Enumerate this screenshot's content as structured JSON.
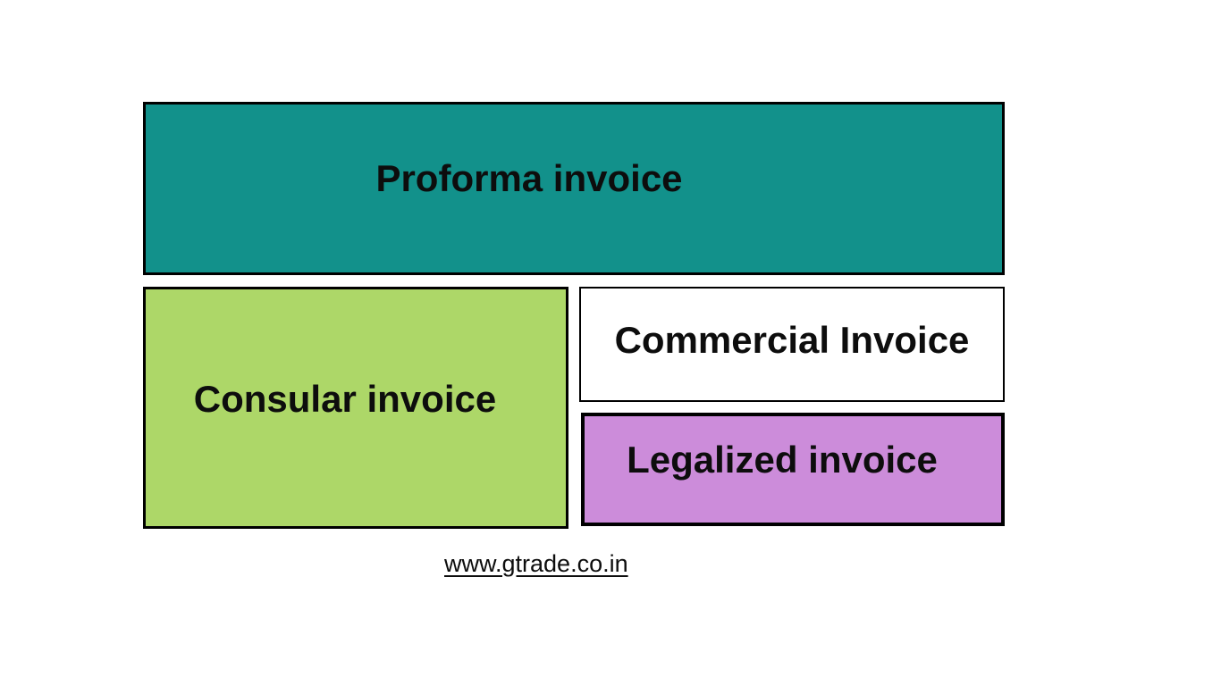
{
  "page": {
    "background_color": "#ffffff",
    "text_color": "#0d0d0d",
    "border_color": "#000000"
  },
  "diagram": {
    "boxes": [
      {
        "id": "proforma",
        "label": "Proforma invoice",
        "bg": "#12918B"
      },
      {
        "id": "consular",
        "label": "Consular invoice",
        "bg": "#ADD768"
      },
      {
        "id": "commercial",
        "label": "Commercial Invoice",
        "bg": "#FFFFFF"
      },
      {
        "id": "legalized",
        "label": "Legalized invoice",
        "bg": "#CC8CDA"
      }
    ],
    "link": {
      "text": "www.gtrade.co.in"
    }
  }
}
